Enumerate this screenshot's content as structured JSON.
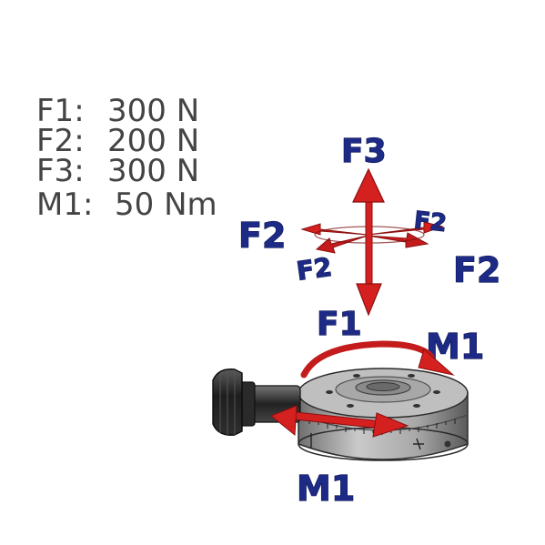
{
  "legend": {
    "rows": [
      {
        "name": "F1:",
        "value": "300 N"
      },
      {
        "name": "F2:",
        "value": "200 N"
      },
      {
        "name": "F3:",
        "value": "300 N"
      },
      {
        "name": "M1:",
        "value": "50 Nm"
      }
    ]
  },
  "labels": {
    "f3": "F3",
    "f1": "F1",
    "f2_left": "F2",
    "f2_right": "F2",
    "f2_front": "F2",
    "f2_back": "F2",
    "m1_top": "M1",
    "m1_bottom": "M1"
  },
  "colors": {
    "arrow": "#d52020",
    "arrow_dark": "#8d0f0f",
    "label": "#1d2a86",
    "legend_text": "#444444",
    "stage_body": "#9a9a9a",
    "stage_dark": "#3a3a3a"
  }
}
